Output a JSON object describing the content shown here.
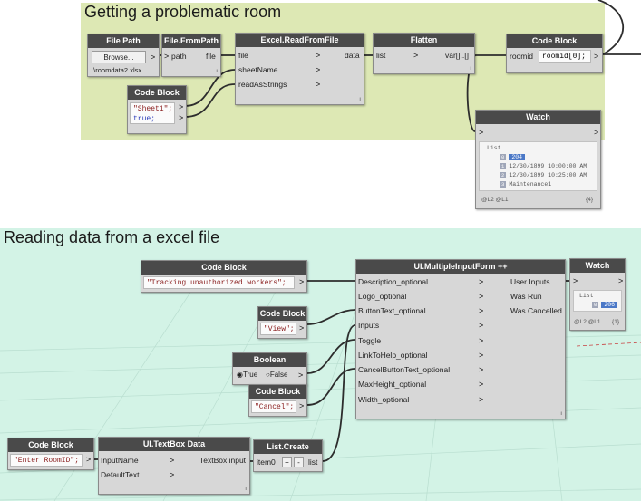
{
  "groups": {
    "top_title": "Getting a problematic room",
    "bottom_title": "Reading data from a excel file"
  },
  "nodes": {
    "file_path": {
      "title": "File Path",
      "button": "Browse...",
      "value": "..\\roomdata2.xlsx"
    },
    "file_from_path": {
      "title": "File.FromPath",
      "in": "path",
      "out": "file"
    },
    "code_block_sheet": {
      "title": "Code Block",
      "line1": "\"Sheet1\";",
      "line2": "true;"
    },
    "excel_read": {
      "title": "Excel.ReadFromFile",
      "inputs": [
        "file",
        "sheetName",
        "readAsStrings"
      ],
      "out": "data"
    },
    "flatten": {
      "title": "Flatten",
      "in": "list",
      "out": "var[]..[]"
    },
    "code_block_roomid": {
      "title": "Code Block",
      "in": "roomid",
      "code": "roomid[0];"
    },
    "watch_top": {
      "title": "Watch",
      "list_label": "List",
      "items": [
        {
          "index": "0",
          "value": "204"
        },
        {
          "index": "1",
          "value": "12/30/1899 10:00:00 AM"
        },
        {
          "index": "2",
          "value": "12/30/1899 10:25:00 AM"
        },
        {
          "index": "3",
          "value": "Maintenance1"
        }
      ],
      "levels": "@L2 @L1",
      "count": "{4}"
    },
    "code_block_tracking": {
      "title": "Code Block",
      "code": "\"Tracking unauthorized workers\";"
    },
    "code_block_view": {
      "title": "Code Block",
      "code": "\"View\";"
    },
    "boolean": {
      "title": "Boolean",
      "true_label": "True",
      "false_label": "False"
    },
    "code_block_cancel": {
      "title": "Code Block",
      "code": "\"Cancel\";"
    },
    "multiple_input_form": {
      "title": "UI.MultipleInputForm ++",
      "inputs": [
        "Description_optional",
        "Logo_optional",
        "ButtonText_optional",
        "Inputs",
        "Toggle",
        "LinkToHelp_optional",
        "CancelButtonText_optional",
        "MaxHeight_optional",
        "Width_optional"
      ],
      "outputs": [
        "User Inputs",
        "Was Run",
        "Was Cancelled"
      ]
    },
    "watch_bottom": {
      "title": "Watch",
      "list_label": "List",
      "index": "0",
      "value": "206",
      "levels": "@L2 @L1",
      "count": "{1}"
    },
    "code_block_enter": {
      "title": "Code Block",
      "code": "\"Enter RoomID\";"
    },
    "textbox_data": {
      "title": "UI.TextBox Data",
      "inputs": [
        "InputName",
        "DefaultText"
      ],
      "out": "TextBox input"
    },
    "list_create": {
      "title": "List.Create",
      "in": "item0",
      "plus": "+",
      "minus": "-",
      "out": "list"
    }
  },
  "colors": {
    "top_group": "#dde8b4",
    "bottom_group": "#d3f3e6",
    "node_header": "#4a4a4a",
    "node_body": "#d7d7d7",
    "wire": "#2d2d2d",
    "selected_item": "#4b78c7"
  }
}
